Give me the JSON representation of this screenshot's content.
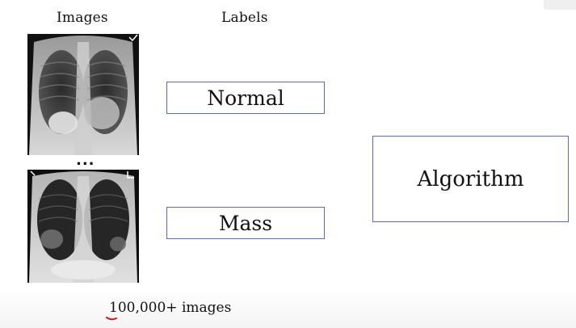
{
  "headings": {
    "images": "Images",
    "labels": "Labels"
  },
  "images": [
    {
      "semantic": "chest-xray-normal"
    },
    {
      "semantic": "chest-xray-mass"
    }
  ],
  "ellipsis": "...",
  "labels": [
    "Normal",
    "Mass"
  ],
  "algorithm": "Algorithm",
  "caption": "100,000+ images",
  "colors": {
    "box_border": "#5a6fa6",
    "annotation": "#d11a1a"
  }
}
